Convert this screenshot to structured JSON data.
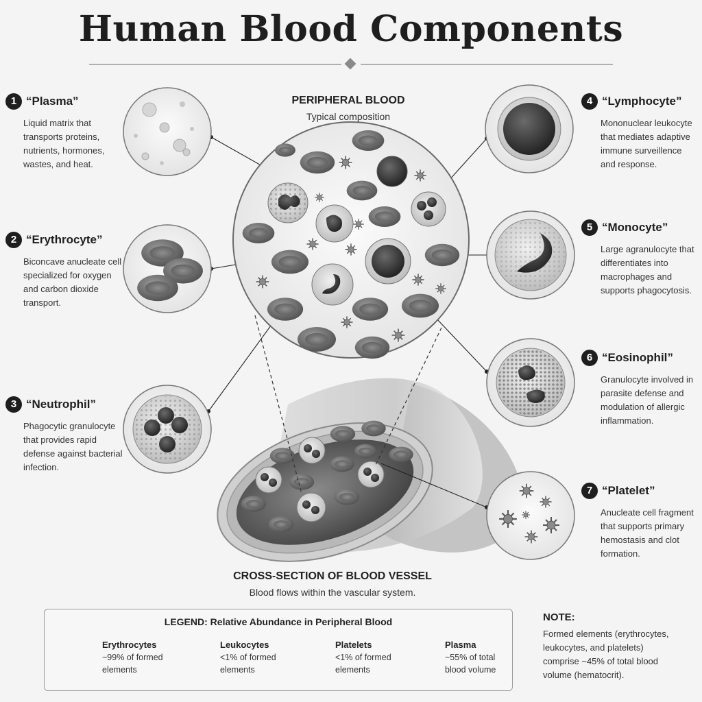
{
  "title": "Human Blood Components",
  "center": {
    "heading": "PERIPHERAL BLOOD",
    "subheading": "Typical composition"
  },
  "vessel": {
    "heading": "CROSS-SECTION OF BLOOD VESSEL",
    "subheading": "Blood flows within the vascular system."
  },
  "components": [
    {
      "num": "1",
      "name": "“Plasma”",
      "desc": "Liquid matrix that transports proteins, nutrients, hormones, wastes, and heat."
    },
    {
      "num": "2",
      "name": "“Erythrocyte”",
      "desc": "Biconcave anucleate cell specialized for oxygen and carbon dioxide transport."
    },
    {
      "num": "3",
      "name": "“Neutrophil”",
      "desc": "Phagocytic granulocyte that provides rapid defense against bacterial infection."
    },
    {
      "num": "4",
      "name": "“Lymphocyte”",
      "desc": "Mononuclear leukocyte that mediates adaptive immune surveillence and response."
    },
    {
      "num": "5",
      "name": "“Monocyte”",
      "desc": "Large agranulocyte that differentiates into macrophages and supports phagocytosis."
    },
    {
      "num": "6",
      "name": "“Eosinophil”",
      "desc": "Granulocyte involved in parasite defense and modulation of allergic inflammation."
    },
    {
      "num": "7",
      "name": "“Platelet”",
      "desc": "Anucleate cell fragment that supports primary hemostasis and clot formation."
    }
  ],
  "legend": {
    "title": "LEGEND: Relative Abundance in Peripheral Blood",
    "items": [
      {
        "name": "Erythrocytes",
        "desc": "~99% of formed elements"
      },
      {
        "name": "Leukocytes",
        "desc": "<1% of formed elements"
      },
      {
        "name": "Platelets",
        "desc": "<1% of formed elements"
      },
      {
        "name": "Plasma",
        "desc": "~55% of total blood volume"
      }
    ]
  },
  "note": {
    "heading": "NOTE:",
    "text": "Formed elements (erythrocytes, leukocytes, and platelets) comprise ~45% of total blood volume (hematocrit)."
  }
}
